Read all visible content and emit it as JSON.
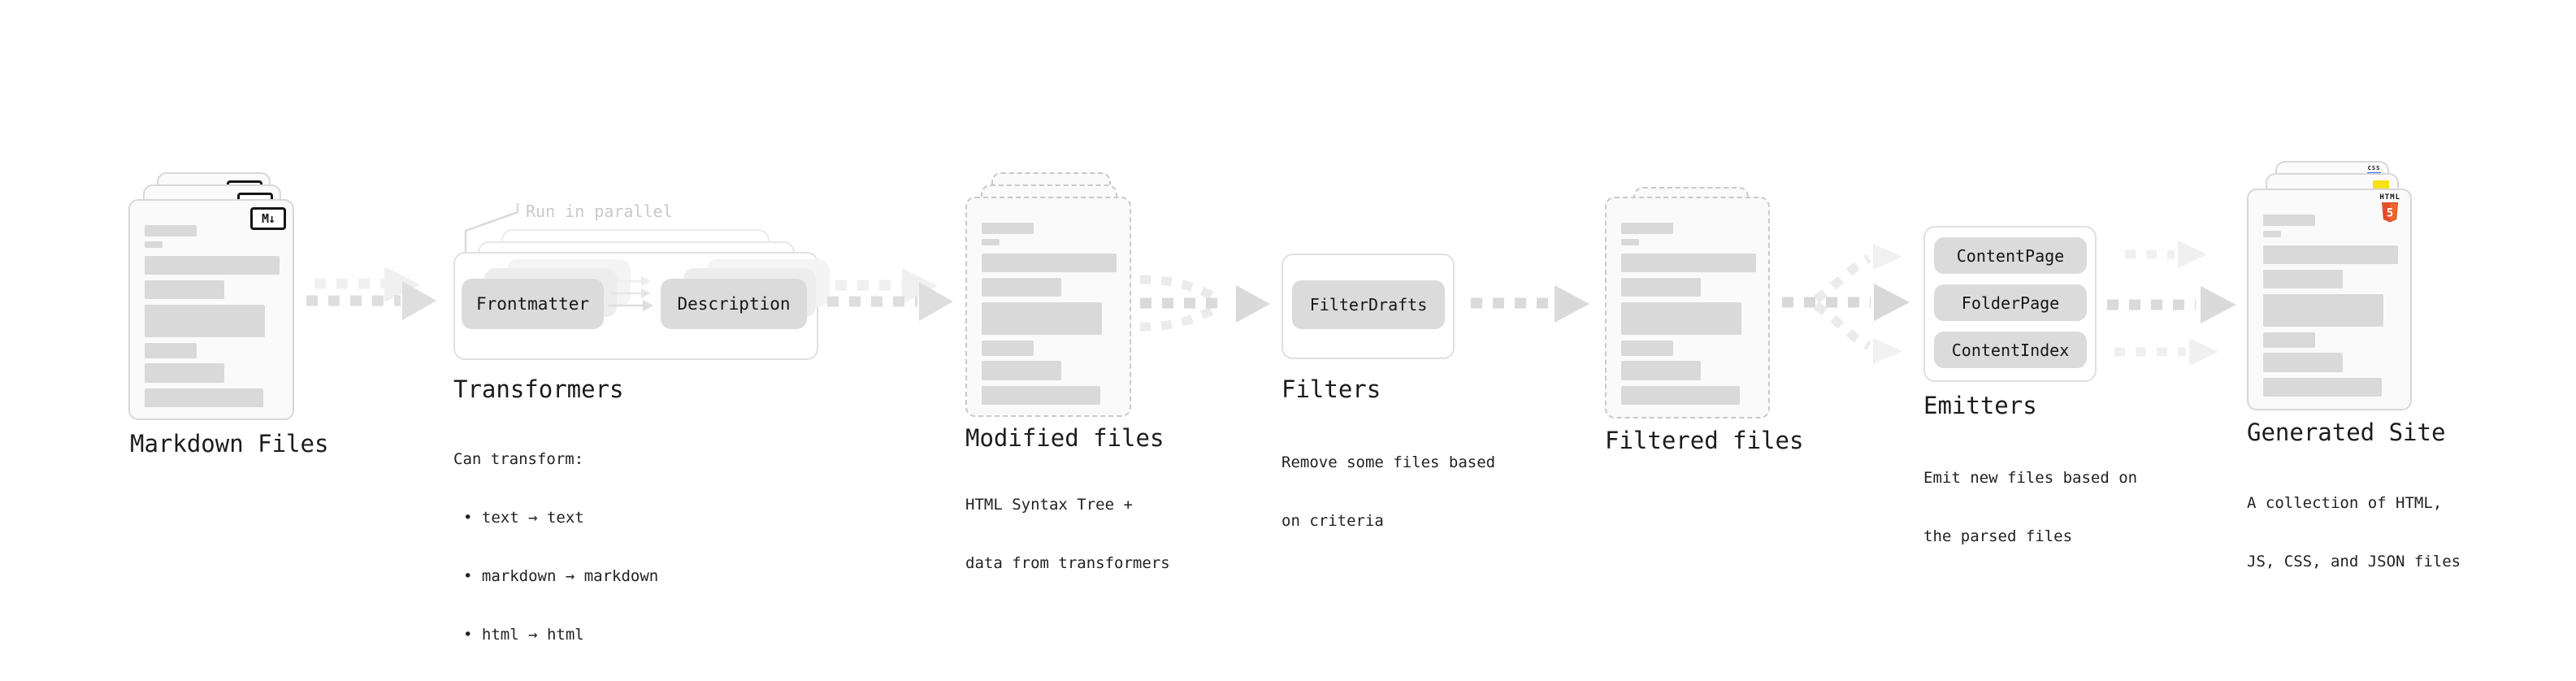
{
  "markdown": {
    "title": "Markdown Files",
    "badge": "M↓"
  },
  "transformers": {
    "annotation": "Run in parallel",
    "pill_frontmatter": "Frontmatter",
    "pill_description": "Description",
    "title": "Transformers",
    "lead": "Can transform:",
    "bullet1": "• text → text",
    "bullet2": "• markdown → markdown",
    "bullet3": "• html → html"
  },
  "modified": {
    "title": "Modified files",
    "desc1": "HTML Syntax Tree +",
    "desc2": "data from transformers"
  },
  "filters": {
    "pill": "FilterDrafts",
    "title": "Filters",
    "desc1": "Remove some files based",
    "desc2": "on criteria"
  },
  "filtered": {
    "title": "Filtered files"
  },
  "emitters": {
    "pill1": "ContentPage",
    "pill2": "FolderPage",
    "pill3": "ContentIndex",
    "title": "Emitters",
    "desc1": "Emit new files based on",
    "desc2": "the parsed files"
  },
  "generated": {
    "title": "Generated Site",
    "desc1": "A collection of HTML,",
    "desc2": "JS, CSS, and JSON files",
    "badge_css": "CSS",
    "badge_html": "HTML",
    "badge_html5": "5"
  },
  "colors": {
    "html5_orange": "#E44D26",
    "html5_orange_light": "#F16529",
    "js_yellow": "#F7DF1E",
    "css_blue": "#2965F1",
    "card_border": "#D8D8D8",
    "bar_fill": "#D9D9D9",
    "arrow_dark": "#DCDCDC",
    "arrow_light": "#EFEFEF",
    "annotation_gray": "#C9C9C9",
    "text": "#1C1C1C"
  }
}
